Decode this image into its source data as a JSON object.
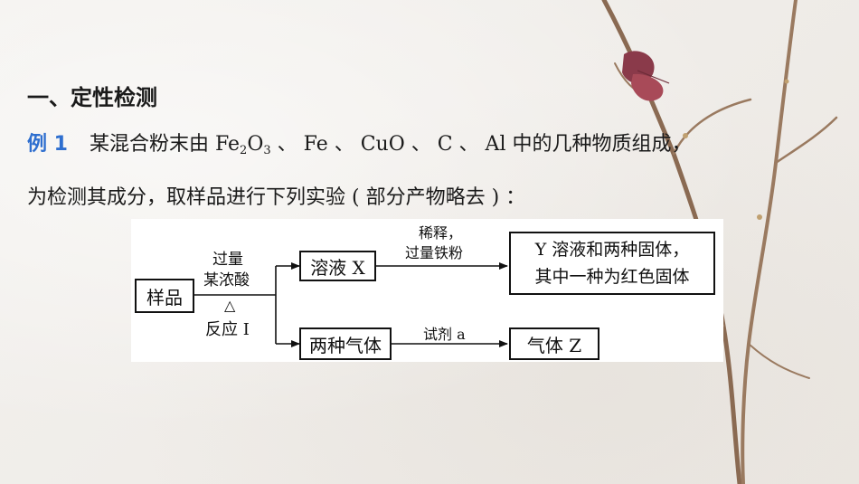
{
  "heading": "一、定性检测",
  "example": {
    "label": "例 1",
    "line1_prefix": "某混合粉末由 Fe",
    "fe2o3_sub1": "2",
    "fe2o3_mid": "O",
    "fe2o3_sub2": "3",
    "line1_suffix": " 、 Fe 、 CuO 、 C 、 Al 中的几种物质组成，",
    "line2": "为检测其成分，取样品进行下列实验 ( 部分产物略去 ) ："
  },
  "diagram": {
    "sample_box": "样品",
    "reagent_top_line1": "过量",
    "reagent_top_line2": "某浓酸",
    "heat_symbol": "△",
    "reaction_label": "反应 I",
    "solution_box": "溶液 X",
    "dilute_line1": "稀释，",
    "dilute_line2": "过量铁粉",
    "result_box_line1": "Y 溶液和两种固体，",
    "result_box_line2": "其中一种为红色固体",
    "gas_box": "两种气体",
    "reagent_a": "试剂 a",
    "gas_z_box": "气体 Z"
  }
}
